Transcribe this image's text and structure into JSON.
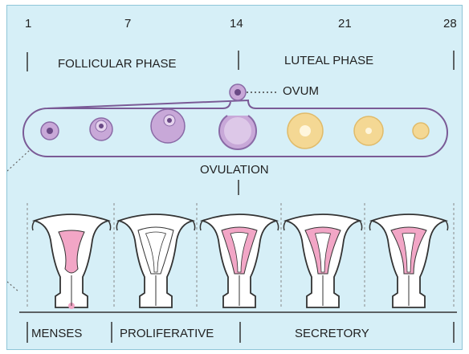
{
  "days": [
    "1",
    "7",
    "14",
    "21",
    "28"
  ],
  "ovarian_phases": {
    "follicular": "FOLLICULAR PHASE",
    "luteal": "LUTEAL PHASE"
  },
  "labels": {
    "ovum": "OVUM",
    "ovulation": "OVULATION"
  },
  "uterine_phases": {
    "menses": "MENSES",
    "proliferative": "PROLIFERATIVE",
    "secretory": "SECRETORY"
  },
  "colors": {
    "background": "#d6eff7",
    "follicle": "#c8a8d8",
    "follicle_outline": "#8a6aa6",
    "corpus_luteum": "#f4d894",
    "corpus_luteum_center": "#fff6dc",
    "endometrium": "#f2a6c6",
    "outline": "#333333"
  }
}
